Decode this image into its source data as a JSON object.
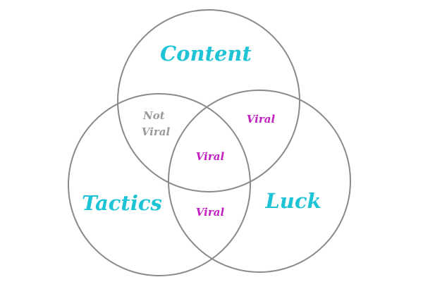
{
  "colors": {
    "circle_stroke": "#8a8a8a",
    "set_label": "#1fc3d6",
    "viral": "#c21fc0",
    "not_viral": "#9a9a9a"
  },
  "sets": [
    {
      "id": "content",
      "label": "Content"
    },
    {
      "id": "tactics",
      "label": "Tactics"
    },
    {
      "id": "luck",
      "label": "Luck"
    }
  ],
  "regions": [
    {
      "id": "content-tactics",
      "sets": [
        "content",
        "tactics"
      ],
      "lines": [
        "Not",
        "Viral"
      ],
      "status": "not_viral"
    },
    {
      "id": "content-luck",
      "sets": [
        "content",
        "luck"
      ],
      "lines": [
        "Viral"
      ],
      "status": "viral"
    },
    {
      "id": "tactics-luck",
      "sets": [
        "tactics",
        "luck"
      ],
      "lines": [
        "Viral"
      ],
      "status": "viral"
    },
    {
      "id": "all-three",
      "sets": [
        "content",
        "tactics",
        "luck"
      ],
      "lines": [
        "Viral"
      ],
      "status": "viral"
    }
  ]
}
